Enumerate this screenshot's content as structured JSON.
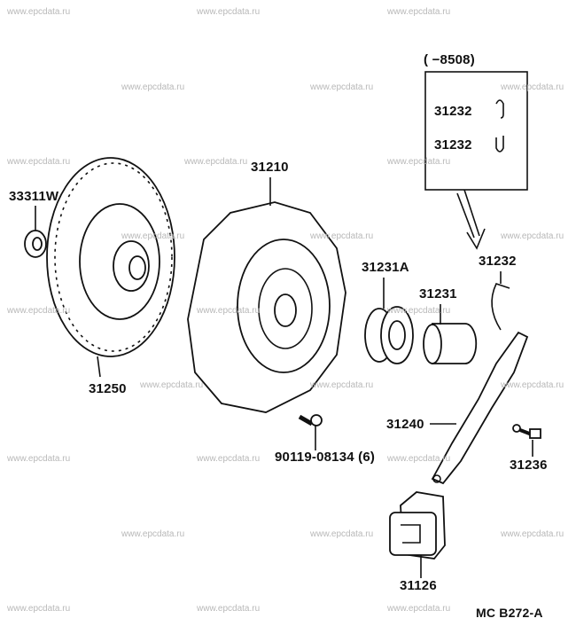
{
  "watermark": "www.epcdata.ru",
  "diagram_code": "MC B272-A",
  "inset": {
    "range_label": "(      −8508)",
    "items": [
      "31232",
      "31232"
    ]
  },
  "parts": {
    "release_bearing_pilot": "33311W",
    "clutch_cover": "31210",
    "clutch_disc": "31250",
    "bearing": "31231A",
    "hub": "31231",
    "clip": "31232",
    "fork": "31240",
    "bolt": "90119-08134 (6)",
    "ball_stud": "31236",
    "boot": "31126"
  }
}
